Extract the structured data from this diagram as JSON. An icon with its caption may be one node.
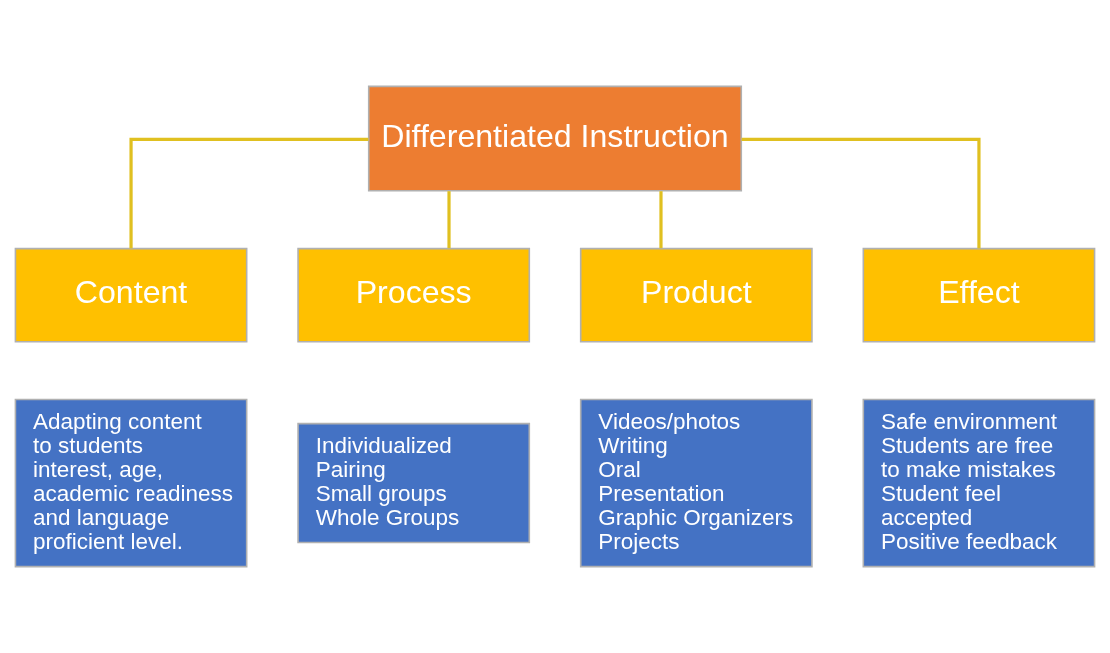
{
  "diagram": {
    "nodes": [
      {
        "text": [
          "Differentiated Instruction"
        ]
      },
      {
        "text": [
          "Content"
        ]
      },
      {
        "text": [
          "Process"
        ]
      },
      {
        "text": [
          "Product"
        ]
      },
      {
        "text": [
          "Effect"
        ]
      },
      {
        "text": [
          "Adapting content to students interest, age, academic readiness and language proficient level."
        ]
      },
      {
        "text": [
          "Individualized",
          "Pairing",
          "Small groups",
          "Whole Groups"
        ]
      },
      {
        "text": [
          "Videos/photos",
          "Writing",
          "Oral",
          "Presentation",
          "Graphic Organizers",
          "Projects"
        ]
      },
      {
        "text": [
          "Safe environment",
          "Students are free to make mistakes",
          "Student feel accepted",
          "Positive feedback"
        ]
      }
    ],
    "edges": [
      {
        "from": 0,
        "to": 1,
        "arrow": "none"
      },
      {
        "from": 0,
        "to": 2,
        "arrow": "none"
      },
      {
        "from": 0,
        "to": 3,
        "arrow": "none"
      },
      {
        "from": 0,
        "to": 4,
        "arrow": "none"
      }
    ]
  }
}
